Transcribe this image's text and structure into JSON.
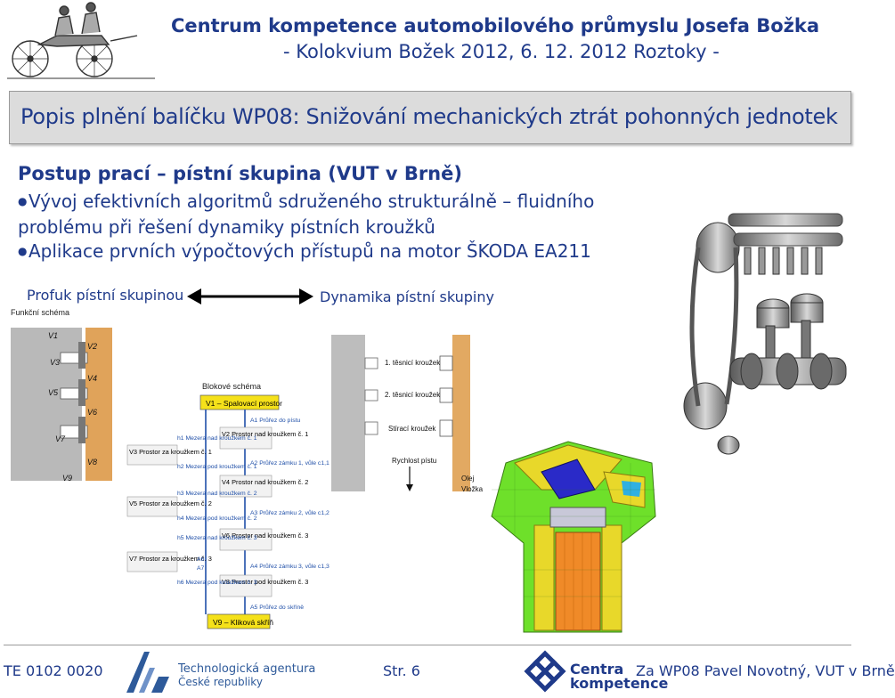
{
  "header": {
    "title": "Centrum kompetence automobilového průmyslu Josefa Božka",
    "subtitle": "- Kolokvium Božek 2012, 6. 12. 2012 Roztoky -"
  },
  "slide_title": "Popis plnění balíčku WP08: Snižování mechanických ztrát pohonných jednotek",
  "section": {
    "heading": "Postup prací – pístní skupina (VUT v Brně)",
    "bullets": [
      {
        "line1": "Vývoj efektivních algoritmů sdruženého strukturálně – fluidního",
        "line2": "problému při řešení dynamiky pístních kroužků"
      },
      {
        "line1": "Aplikace prvních výpočtových přístupů na motor ŠKODA EA211"
      }
    ]
  },
  "labels": {
    "left": "Profuk pístní skupinou",
    "right": "Dynamika pístní skupiny"
  },
  "funk_schema": {
    "title": "Funkční schéma",
    "labels": [
      "V1",
      "V2",
      "V3",
      "V4",
      "V5",
      "V6",
      "V7",
      "V8",
      "V9"
    ]
  },
  "block_schema": {
    "title": "Blokové schéma",
    "top": "V1 – Spalovací prostor",
    "bottom": "V9 – Kliková skříň",
    "right_col": [
      "V2 Prostor nad kroužkem č. 1",
      "V4 Prostor nad kroužkem č. 2",
      "V6 Prostor nad kroužkem č. 3",
      "V8 Prostor pod kroužkem č. 3"
    ],
    "left_col": [
      "V3 Prostor za kroužkem č. 1",
      "V5 Prostor za kroužkem č. 2",
      "V7 Prostor za kroužkem č. 3"
    ],
    "h_labels": [
      "h1 Mezera nad kroužkem č. 1",
      "h2 Mezera pod kroužkem č. 1",
      "h3 Mezera nad kroužkem č. 2",
      "h4 Mezera pod kroužkem č. 2",
      "h5 Mezera nad kroužkem č. 3",
      "h6 Mezera pod kroužkem č. 3"
    ],
    "a_labels": [
      "A1 Průřez do pístu",
      "A2 Průřez zámku 1, vůle c1,1",
      "A3 Průřez zámku 2, vůle c1,2",
      "A4 Průřez zámku 3, vůle c1,3",
      "A5 Průřez do skříně"
    ],
    "a67": [
      "A6",
      "A7"
    ]
  },
  "rings_fig": {
    "labels": [
      "1. těsnicí kroužek",
      "2. těsnicí kroužek",
      "Stírací kroužek",
      "Rychlost pístu",
      "Olej",
      "Vložka"
    ]
  },
  "footer": {
    "code": "TE 0102 0020",
    "page": "Str. 6",
    "author": "Za WP08 Pavel Novotný, VUT v Brně",
    "tacr_line1": "Technologická agentura",
    "tacr_line2": "České republiky",
    "ck_line1": "Centra",
    "ck_line2": "kompetence"
  },
  "colors": {
    "text_blue": "#1f3a8a",
    "title_bg": "#dcdcdc",
    "block_blue": "#1f4fa8",
    "yellow": "#f5e11a",
    "fem_green": "#6ee02a",
    "fem_yellow": "#e8d82a",
    "fem_orange": "#f08a28"
  },
  "icons": [
    "veteran-car-logo",
    "tacr-logo",
    "centra-kompetence-logo",
    "double-arrow-icon"
  ]
}
